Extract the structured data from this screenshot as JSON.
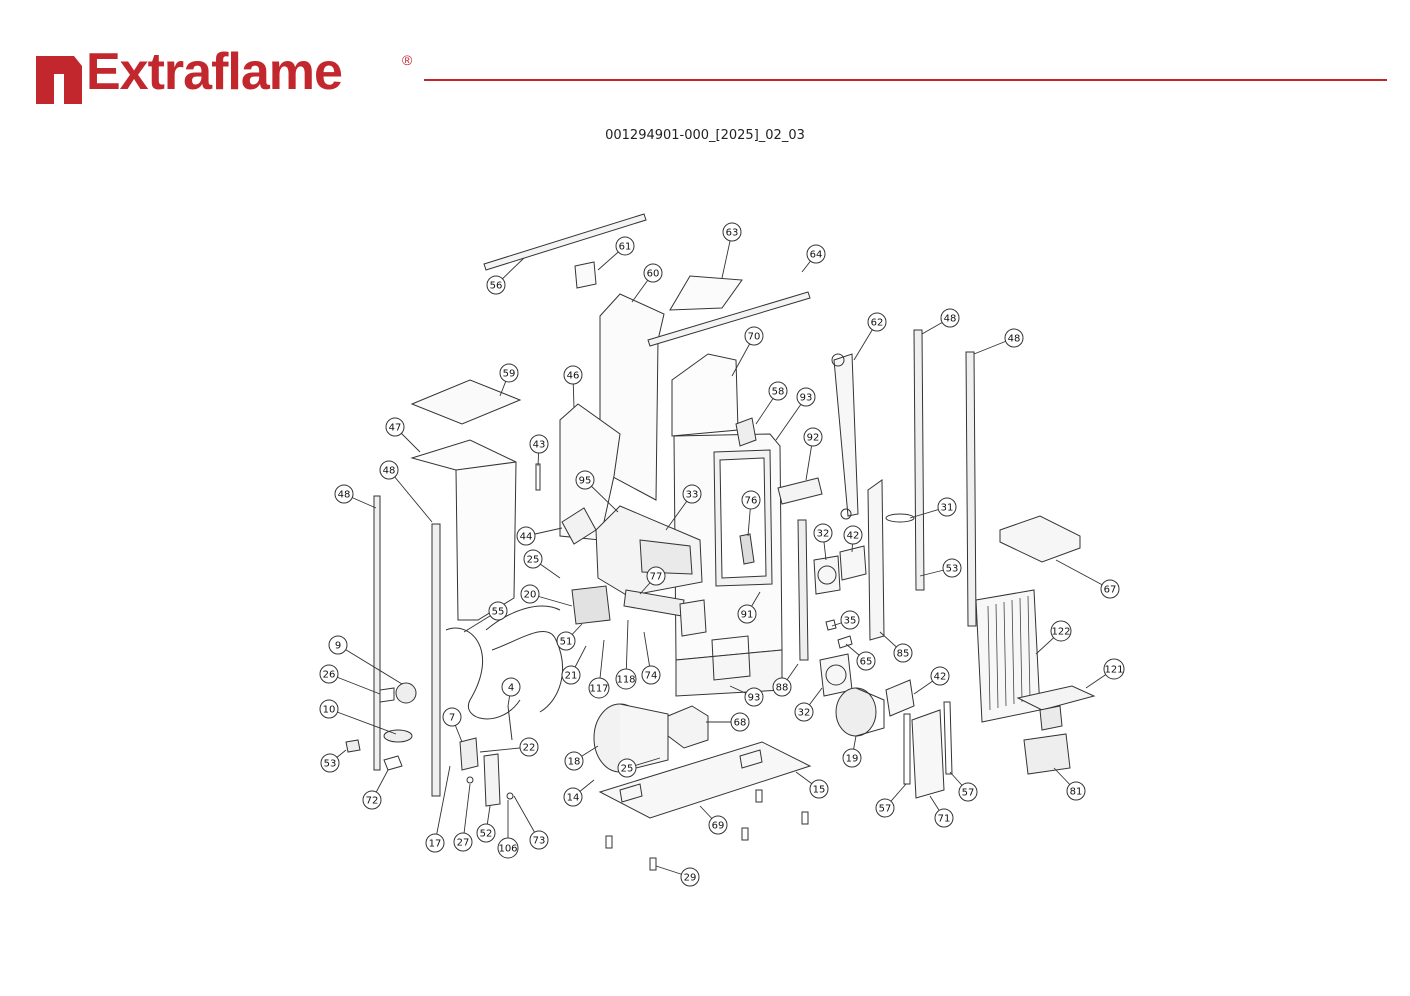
{
  "brand": {
    "name": "Extraflame",
    "registered_mark": "®",
    "color": "#c1272d"
  },
  "document": {
    "code": "001294901-000_[2025]_02_03"
  },
  "diagram": {
    "line_color": "#333333",
    "callouts": [
      "56",
      "61",
      "60",
      "63",
      "64",
      "59",
      "47",
      "48",
      "48",
      "46",
      "43",
      "70",
      "58",
      "93",
      "92",
      "62",
      "48",
      "48",
      "95",
      "33",
      "76",
      "44",
      "25",
      "77",
      "32",
      "42",
      "31",
      "53",
      "67",
      "20",
      "55",
      "51",
      "91",
      "35",
      "85",
      "122",
      "9",
      "26",
      "21",
      "117",
      "118",
      "74",
      "65",
      "88",
      "42",
      "121",
      "4",
      "10",
      "93",
      "68",
      "32",
      "19",
      "7",
      "22",
      "53",
      "18",
      "25",
      "72",
      "14",
      "15",
      "81",
      "57",
      "71",
      "57",
      "17",
      "27",
      "52",
      "106",
      "73",
      "69",
      "29"
    ]
  }
}
